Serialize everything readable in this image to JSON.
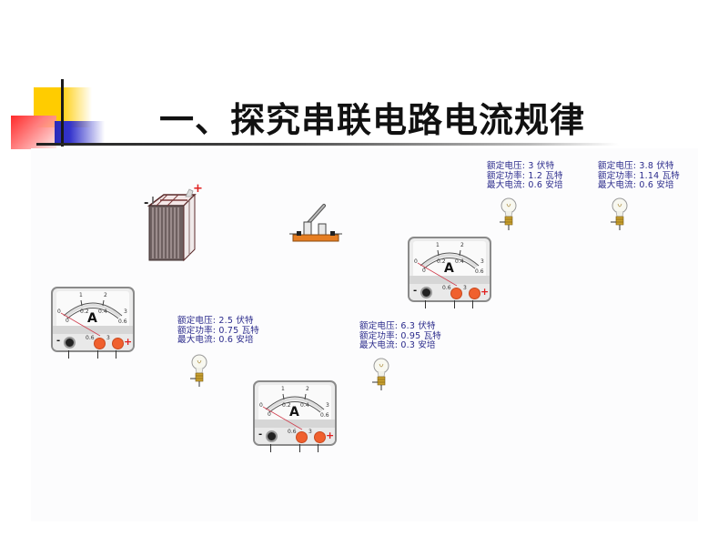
{
  "slide": {
    "title": "一、探究串联电路电流规律"
  },
  "components": {
    "battery": {
      "label": "battery",
      "negative_sign": "-",
      "positive_sign": "+"
    },
    "switch": {
      "label": "knife switch"
    },
    "ammeters": [
      {
        "id": "ammeter-1",
        "unit": "A",
        "scale_top": [
          "0",
          "1",
          "2",
          "3"
        ],
        "scale_bottom": [
          "0",
          "0.2",
          "0.4",
          "0.6"
        ],
        "terminals": {
          "negative": "-",
          "low": "0.6",
          "high": "3",
          "positive": "+"
        }
      },
      {
        "id": "ammeter-2",
        "unit": "A",
        "scale_top": [
          "0",
          "1",
          "2",
          "3"
        ],
        "scale_bottom": [
          "0",
          "0.2",
          "0.4",
          "0.6"
        ],
        "terminals": {
          "negative": "-",
          "low": "0.6",
          "high": "3",
          "positive": "+"
        }
      },
      {
        "id": "ammeter-3",
        "unit": "A",
        "scale_top": [
          "0",
          "1",
          "2",
          "3"
        ],
        "scale_bottom": [
          "0",
          "0.2",
          "0.4",
          "0.6"
        ],
        "terminals": {
          "negative": "-",
          "low": "0.6",
          "high": "3",
          "positive": "+"
        }
      }
    ],
    "bulbs": [
      {
        "id": "bulb-1",
        "specs": [
          "额定电压: 2.5 伏特",
          "额定功率: 0.75 瓦特",
          "最大电流: 0.6 安培"
        ]
      },
      {
        "id": "bulb-2",
        "specs": [
          "额定电压: 6.3 伏特",
          "额定功率: 0.95 瓦特",
          "最大电流: 0.3 安培"
        ]
      },
      {
        "id": "bulb-3",
        "specs": [
          "额定电压: 3 伏特",
          "额定功率: 1.2 瓦特",
          "最大电流: 0.6 安培"
        ]
      },
      {
        "id": "bulb-4",
        "specs": [
          "额定电压: 3.8 伏特",
          "额定功率: 1.14 瓦特",
          "最大电流: 0.6 安培"
        ]
      }
    ]
  },
  "colors": {
    "title": "#111111",
    "spec_text": "#2b2b8c",
    "accent_yellow": "#ffcc00",
    "accent_red": "#ff2a2a",
    "accent_blue": "#3333cc",
    "terminal_red": "#f0602e"
  }
}
